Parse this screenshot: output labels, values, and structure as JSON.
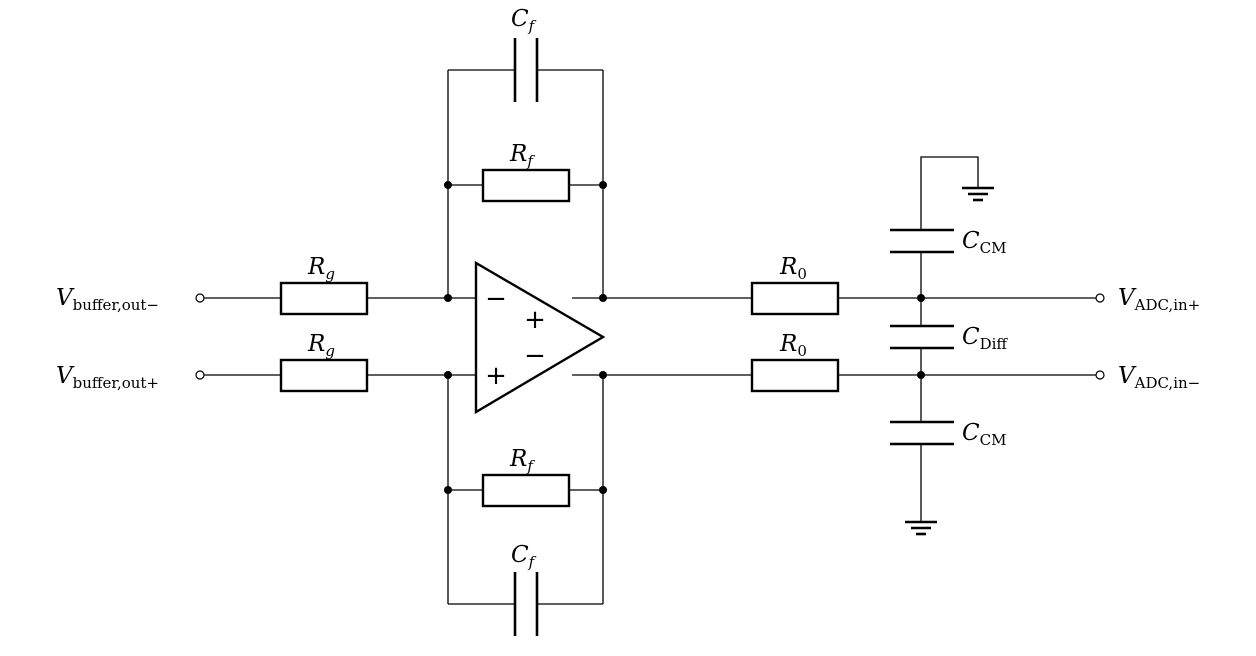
{
  "diagram": {
    "type": "circuit-schematic",
    "description": "Fully differential amplifier with RC feedback driving an ADC input filter",
    "inputs": [
      {
        "id": "vin_minus",
        "main": "V",
        "sub": "buffer,out−"
      },
      {
        "id": "vin_plus",
        "main": "V",
        "sub": "buffer,out+"
      }
    ],
    "outputs": [
      {
        "id": "vout_plus",
        "main": "V",
        "sub": "ADC,in+"
      },
      {
        "id": "vout_minus",
        "main": "V",
        "sub": "ADC,in−"
      }
    ],
    "components": {
      "rg_top": {
        "main": "R",
        "sub": "g"
      },
      "rg_bottom": {
        "main": "R",
        "sub": "g"
      },
      "rf_top": {
        "main": "R",
        "sub": "f"
      },
      "rf_bottom": {
        "main": "R",
        "sub": "f"
      },
      "cf_top": {
        "main": "C",
        "sub": "f"
      },
      "cf_bottom": {
        "main": "C",
        "sub": "f"
      },
      "r0_top": {
        "main": "R",
        "sub": "0"
      },
      "r0_bottom": {
        "main": "R",
        "sub": "0"
      },
      "ccm_top": {
        "main": "C",
        "sub": "CM"
      },
      "cdiff": {
        "main": "C",
        "sub": "Diff"
      },
      "ccm_bottom": {
        "main": "C",
        "sub": "CM"
      }
    },
    "opamp": {
      "input_top_sign": "−",
      "input_bottom_sign": "+",
      "output_top_sign": "+",
      "output_bottom_sign": "−"
    }
  }
}
